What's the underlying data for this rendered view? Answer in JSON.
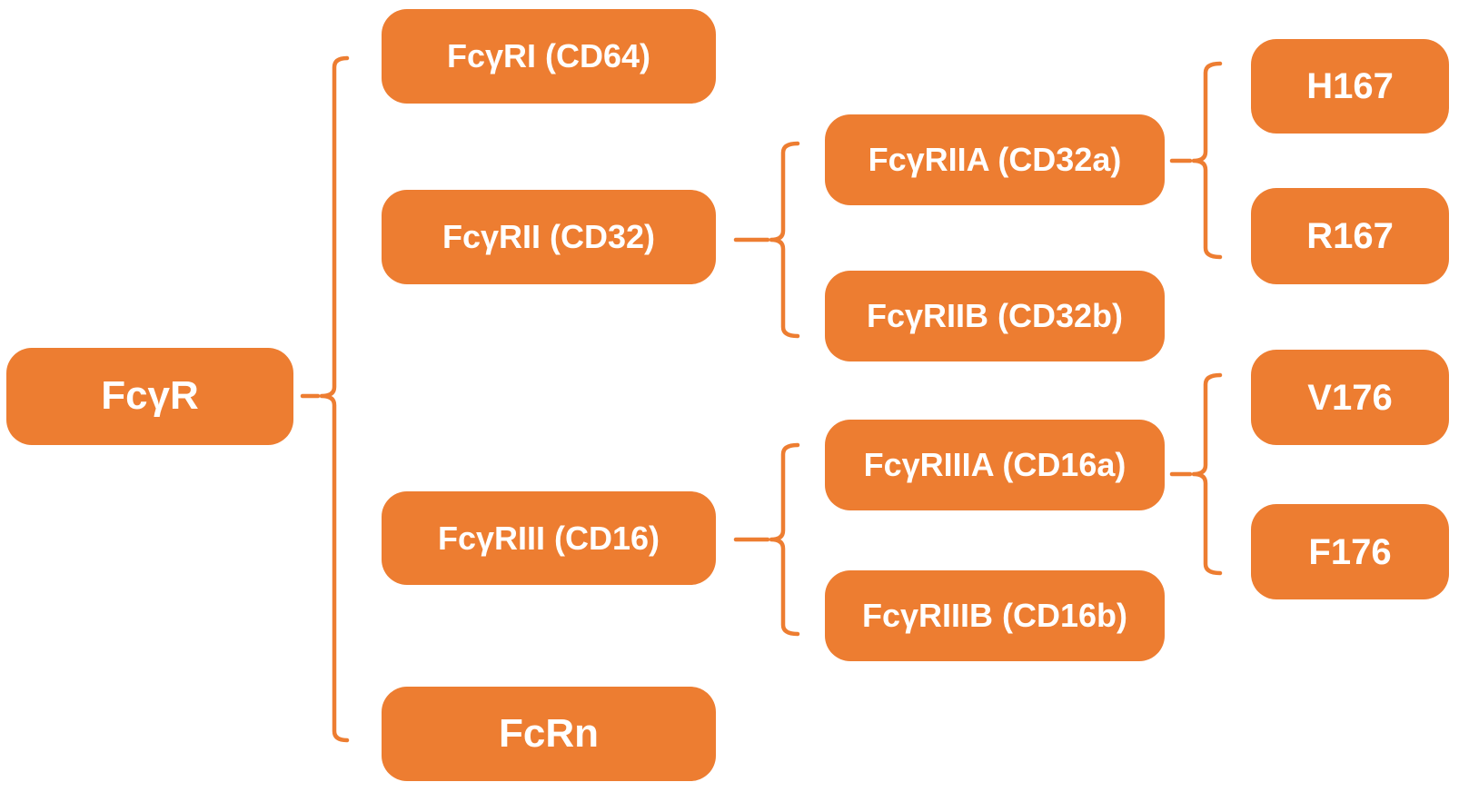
{
  "diagram": {
    "type": "tree",
    "background_color": "#FFFFFF",
    "accent_color": "#ED7D31",
    "node_text_color": "#FFFFFF",
    "connector_style": "curly-brace",
    "nodes": {
      "fcgr": {
        "label": "FcγR"
      },
      "fcgr1": {
        "label": "FcγRⅠ（CD64）"
      },
      "fcgr2": {
        "label": "FcγRⅡ（CD32）"
      },
      "fcgr2a": {
        "label": "FcγRⅡA（CD32a）"
      },
      "fcgr2b": {
        "label": "FcγRⅡB（CD32b）"
      },
      "fcgr3": {
        "label": "FcγRⅢ（CD16）"
      },
      "fcgr3a": {
        "label": "FcγRⅢA（CD16a）"
      },
      "fcgr3b": {
        "label": "FcγRⅢB（CD16b）"
      },
      "fcrn": {
        "label": "FcRn"
      },
      "h167": {
        "label": "H167"
      },
      "r167": {
        "label": "R167"
      },
      "v176": {
        "label": "V176"
      },
      "f176": {
        "label": "F176"
      }
    },
    "hierarchy": {
      "fcgr": [
        "fcgr1",
        "fcgr2",
        "fcgr3",
        "fcrn"
      ],
      "fcgr2": [
        "fcgr2a",
        "fcgr2b"
      ],
      "fcgr2a": [
        "h167",
        "r167"
      ],
      "fcgr3": [
        "fcgr3a",
        "fcgr3b"
      ],
      "fcgr3a": [
        "v176",
        "f176"
      ]
    }
  }
}
